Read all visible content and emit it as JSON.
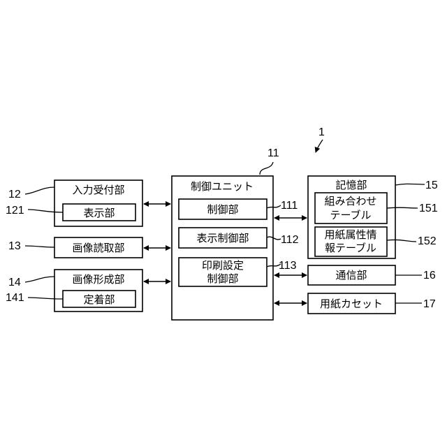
{
  "system_ref": "1",
  "control_unit": {
    "ref": "11",
    "label": "制御ユニット"
  },
  "control_modules": [
    {
      "ref": "111",
      "label": "制御部"
    },
    {
      "ref": "112",
      "label": "表示制御部"
    },
    {
      "ref": "113",
      "label_line1": "印刷設定",
      "label_line2": "制御部"
    }
  ],
  "input_unit": {
    "ref": "12",
    "label": "入力受付部",
    "sub_ref": "121",
    "sub_label": "表示部"
  },
  "reader_unit": {
    "ref": "13",
    "label": "画像読取部"
  },
  "former_unit": {
    "ref": "14",
    "label": "画像形成部",
    "sub_ref": "141",
    "sub_label": "定着部"
  },
  "storage_unit": {
    "ref": "15",
    "label": "記憶部",
    "tables": [
      {
        "ref": "151",
        "label_line1": "組み合わせ",
        "label_line2": "テーブル"
      },
      {
        "ref": "152",
        "label_line1": "用紙属性情",
        "label_line2": "報テーブル"
      }
    ]
  },
  "comm_unit": {
    "ref": "16",
    "label": "通信部"
  },
  "cassette_unit": {
    "ref": "17",
    "label": "用紙カセット"
  }
}
